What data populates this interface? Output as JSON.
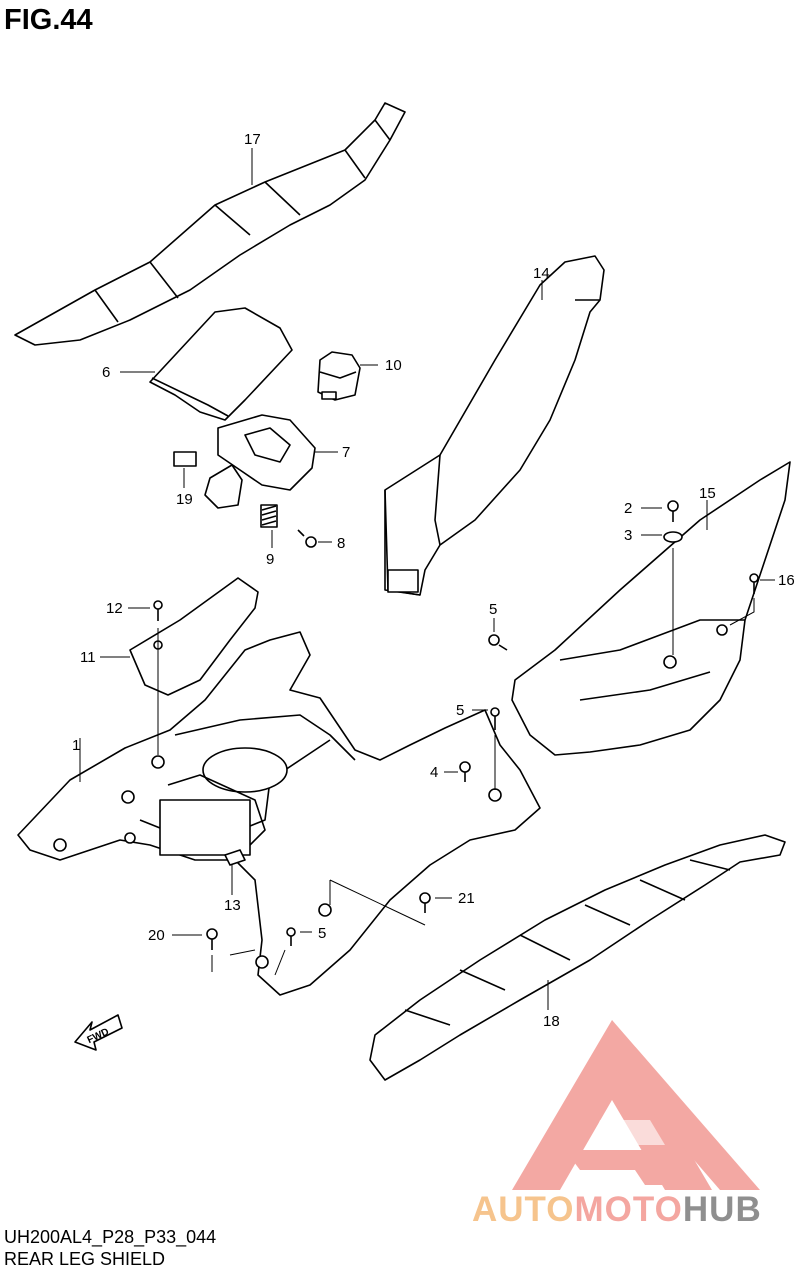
{
  "figure": {
    "title": "FIG.44"
  },
  "footer": {
    "code": "UH200AL4_P28_P33_044",
    "name": "REAR LEG SHIELD"
  },
  "callouts": [
    "17",
    "6",
    "10",
    "7",
    "19",
    "9",
    "8",
    "14",
    "2",
    "3",
    "15",
    "16",
    "5",
    "12",
    "11",
    "1",
    "5",
    "4",
    "13",
    "20",
    "5",
    "21",
    "18"
  ],
  "fwd_label": "FWD",
  "watermark": {
    "part1": "AUTO",
    "part2": "MOTO",
    "part3": "HUB"
  },
  "colors": {
    "line": "#000000",
    "part_fill": "#ffffff",
    "watermark_triangle": "#f29a93",
    "watermark_auto": "#f6c48d",
    "watermark_hub": "#8f8f8f"
  }
}
